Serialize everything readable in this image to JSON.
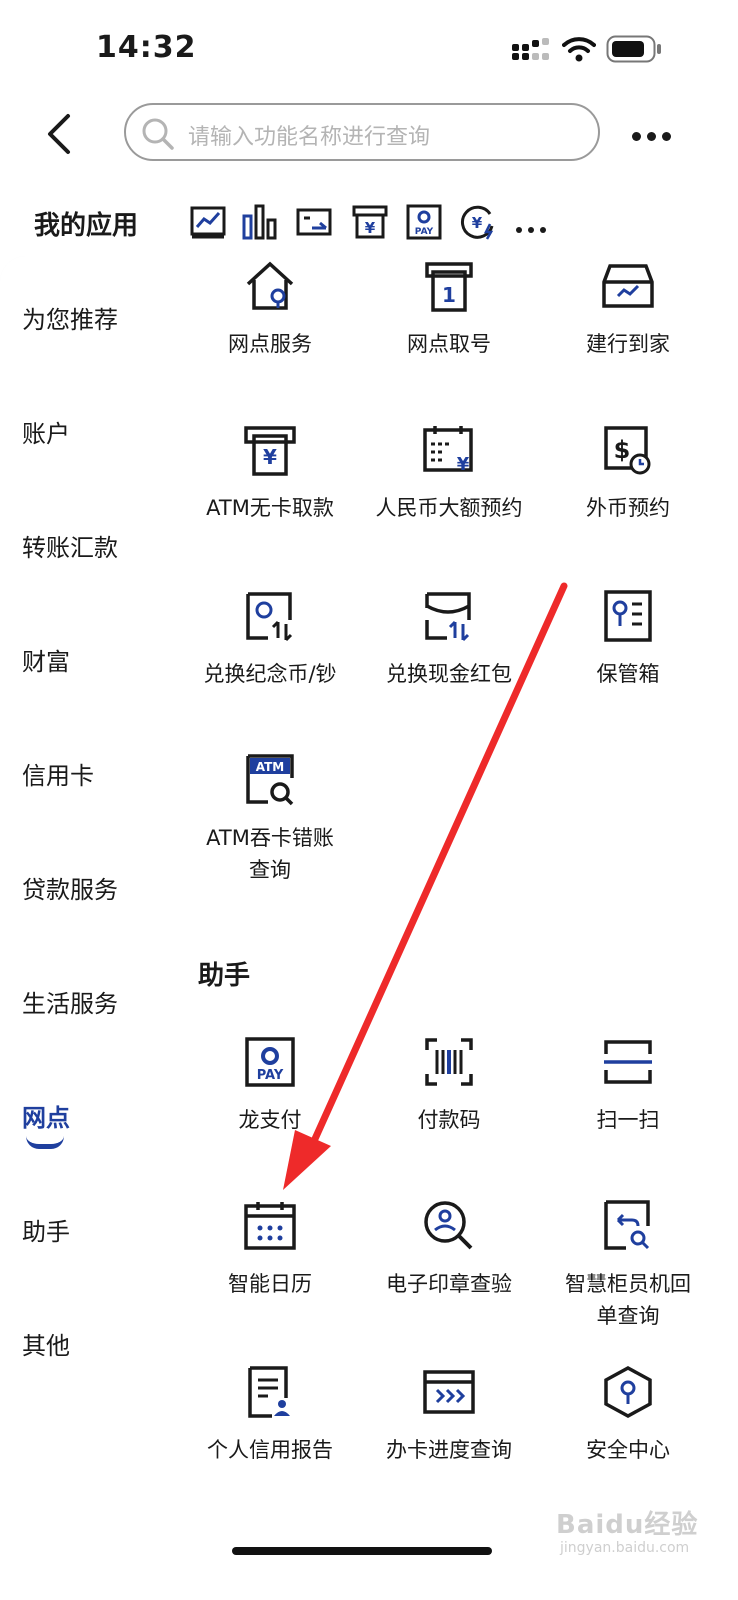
{
  "status_bar": {
    "time": "14:32"
  },
  "header": {
    "search_placeholder": "请输入功能名称进行查询"
  },
  "my_apps": {
    "title": "我的应用",
    "icons": [
      "stock-chart-icon",
      "bar-chart-icon",
      "card-transfer-icon",
      "yuan-box-icon",
      "ccb-pay-icon",
      "yuan-exchange-icon"
    ]
  },
  "sidebar": {
    "categories": [
      "为您推荐",
      "账户",
      "转账汇款",
      "财富",
      "信用卡",
      "贷款服务",
      "生活服务",
      "网点",
      "助手",
      "其他"
    ],
    "active": "网点"
  },
  "outlet_items": [
    "网点服务",
    "网点取号",
    "建行到家",
    "ATM无卡取款",
    "人民币大额预约",
    "外币预约",
    "兑换纪念币/钞",
    "兑换现金红包",
    "保管箱",
    "ATM吞卡错账查询"
  ],
  "assistant": {
    "title": "助手",
    "items": [
      "龙支付",
      "付款码",
      "扫一扫",
      "智能日历",
      "电子印章查验",
      "智慧柜员机回单查询",
      "个人信用报告",
      "办卡进度查询",
      "安全中心"
    ]
  },
  "watermark": {
    "brand": "Baidu经验",
    "url": "jingyan.baidu.com"
  },
  "colors": {
    "accent": "#1f3f9e",
    "icon": "#1a1a1a",
    "arrow": "#ee2a2a"
  }
}
